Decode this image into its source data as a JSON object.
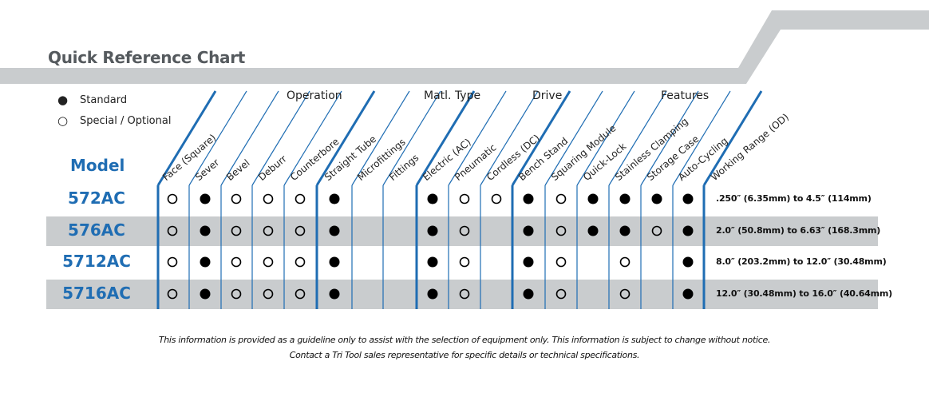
{
  "title": "Quick Reference Chart",
  "legend": {
    "standard_label": "Standard",
    "optional_label": "Special / Optional"
  },
  "model_header": "Model",
  "groups": [
    {
      "label": "Operation"
    },
    {
      "label": "Matl. Type"
    },
    {
      "label": "Drive"
    },
    {
      "label": "Features"
    }
  ],
  "columns": [
    "Face (Square)",
    "Sever",
    "Bevel",
    "Deburr",
    "Counterbore",
    "Straight Tube",
    "Microfittings",
    "Fittings",
    "Electric (AC)",
    "Pneumatic",
    "Cordless (DC)",
    "Bench Stand",
    "Squaring Module",
    "Quick-Lock",
    "Stainless Clamping",
    "Storage Case",
    "Auto-Cycling"
  ],
  "range_header": "Working Range (OD)",
  "rows": [
    {
      "model": "572AC",
      "marks": [
        "O",
        "S",
        "O",
        "O",
        "O",
        "S",
        "",
        "",
        "S",
        "O",
        "O",
        "S",
        "O",
        "S",
        "S",
        "S",
        "S"
      ],
      "range": ".250″ (6.35mm) to 4.5″ (114mm)"
    },
    {
      "model": "576AC",
      "marks": [
        "O",
        "S",
        "O",
        "O",
        "O",
        "S",
        "",
        "",
        "S",
        "O",
        "",
        "S",
        "O",
        "S",
        "S",
        "O",
        "S"
      ],
      "range": "2.0″ (50.8mm) to 6.63″ (168.3mm)"
    },
    {
      "model": "5712AC",
      "marks": [
        "O",
        "S",
        "O",
        "O",
        "O",
        "S",
        "",
        "",
        "S",
        "O",
        "",
        "S",
        "O",
        "",
        "O",
        "",
        "S"
      ],
      "range": "8.0″ (203.2mm) to 12.0″ (30.48mm)"
    },
    {
      "model": "5716AC",
      "marks": [
        "O",
        "S",
        "O",
        "O",
        "O",
        "S",
        "",
        "",
        "S",
        "O",
        "",
        "S",
        "O",
        "",
        "O",
        "",
        "S"
      ],
      "range": "12.0″ (30.48mm) to 16.0″ (40.64mm)"
    }
  ],
  "disclaimer": {
    "line1": "This information is provided as a guideline only to assist with the selection of equipment only. This information is subject to change without notice.",
    "line2": "Contact a Tri Tool sales representative for specific details or technical specifications."
  },
  "colors": {
    "accent_blue": "#1f6db3",
    "band_gray": "#c9ccce",
    "row_gray": "#c9ccce",
    "text_gray": "#555a5e"
  }
}
